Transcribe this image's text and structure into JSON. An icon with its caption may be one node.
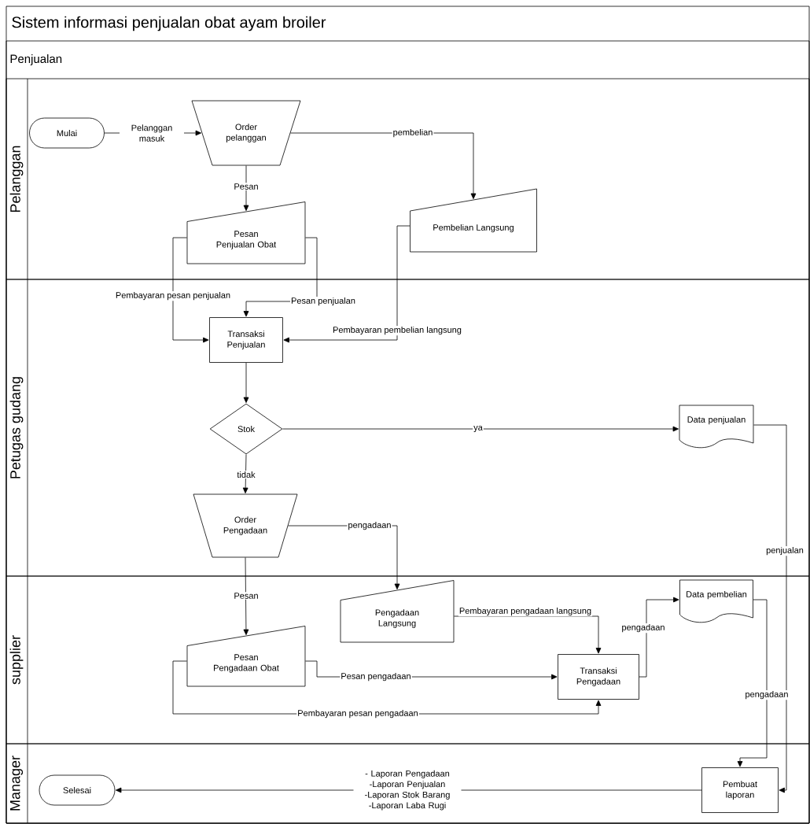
{
  "diagram": {
    "nodes": [
      {
        "text": [
          "Sistem informasi penjualan obat ayam broiler"
        ]
      },
      {
        "text": [
          "Penjualan"
        ],
        "in": 0
      },
      {
        "text": [
          "Pelanggan"
        ],
        "in": 1
      },
      {
        "text": [
          "Petugas gudang"
        ],
        "in": 1
      },
      {
        "text": [
          "supplier"
        ],
        "in": 1
      },
      {
        "text": [
          "Manager"
        ],
        "in": 1
      },
      {
        "text": [
          "Mulai"
        ],
        "in": 2
      },
      {
        "text": [
          "Order pelanggan"
        ],
        "in": 2
      },
      {
        "text": [
          "Pesan Penjualan Obat"
        ],
        "in": 2
      },
      {
        "text": [
          "Pembelian Langsung"
        ],
        "in": 2
      },
      {
        "text": [
          "Transaksi Penjualan"
        ],
        "in": 3
      },
      {
        "text": [
          "Stok"
        ],
        "in": 3
      },
      {
        "text": [
          "Data penjualan"
        ],
        "in": 3
      },
      {
        "text": [
          "Order Pengadaan"
        ],
        "in": 3
      },
      {
        "text": [
          "Pengadaan Langsung"
        ],
        "in": 4
      },
      {
        "text": [
          "Pesan Pengadaan Obat"
        ],
        "in": 4
      },
      {
        "text": [
          "Transaksi Pengadaan"
        ],
        "in": 4
      },
      {
        "text": [
          "Data pembelian"
        ],
        "in": 4
      },
      {
        "text": [
          "Pembuat laporan"
        ],
        "in": 5
      },
      {
        "text": [
          "Selesai"
        ],
        "in": 5
      }
    ],
    "edges": [
      {
        "from": 6,
        "to": 7,
        "arrow": "to",
        "label": "Pelanggan masuk"
      },
      {
        "from": 7,
        "to": 9,
        "arrow": "to",
        "label": "pembelian"
      },
      {
        "from": 7,
        "to": 8,
        "arrow": "to",
        "label": "Pesan"
      },
      {
        "from": 8,
        "to": 10,
        "arrow": "to",
        "label": "Pembayaran pesan penjualan"
      },
      {
        "from": 8,
        "to": 10,
        "arrow": "to",
        "label": "Pesan penjualan"
      },
      {
        "from": 9,
        "to": 10,
        "arrow": "to",
        "label": "Pembayaran pembelian langsung"
      },
      {
        "from": 10,
        "to": 11,
        "arrow": "to"
      },
      {
        "from": 11,
        "to": 12,
        "arrow": "to",
        "label": "ya"
      },
      {
        "from": 11,
        "to": 13,
        "arrow": "to",
        "label": "tidak"
      },
      {
        "from": 13,
        "to": 14,
        "arrow": "to",
        "label": "pengadaan"
      },
      {
        "from": 13,
        "to": 15,
        "arrow": "to",
        "label": "Pesan"
      },
      {
        "from": 14,
        "to": 16,
        "arrow": "to",
        "label": "Pembayaran pengadaan langsung"
      },
      {
        "from": 15,
        "to": 16,
        "arrow": "to",
        "label": "Pesan pengadaan"
      },
      {
        "from": 15,
        "to": 16,
        "arrow": "to",
        "label": "Pembayaran pesan pengadaan"
      },
      {
        "from": 16,
        "to": 17,
        "arrow": "to",
        "label": "pengadaan"
      },
      {
        "from": 17,
        "to": 18,
        "arrow": "to",
        "label": "pengadaan"
      },
      {
        "from": 12,
        "to": 18,
        "arrow": "to",
        "label": "penjualan"
      },
      {
        "from": 18,
        "to": 19,
        "arrow": "to",
        "label": "- Laporan Pengadaan -Laporan Penjualan -Laporan Stok Barang -Laporan Laba Rugi"
      }
    ]
  }
}
